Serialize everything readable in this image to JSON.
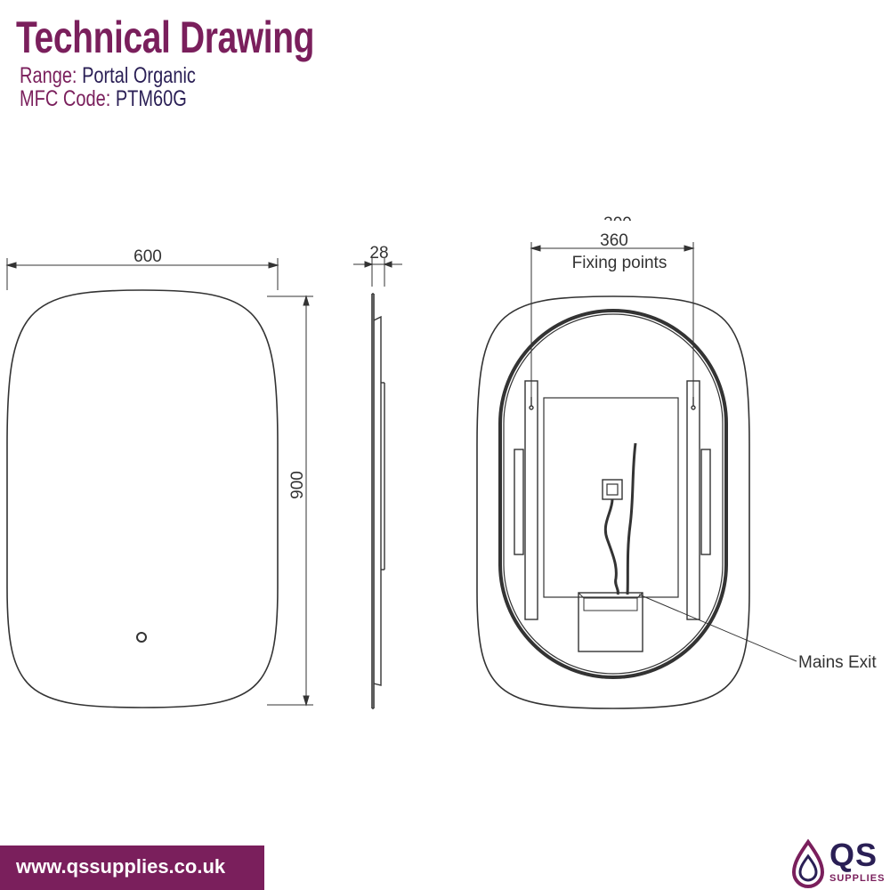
{
  "header": {
    "title": "Technical Drawing",
    "range_label": "Range:",
    "range_value": "Portal Organic",
    "mfc_label": "MFC Code:",
    "mfc_value": "PTM60G"
  },
  "dimensions": {
    "width": "600",
    "height": "900",
    "depth": "28",
    "fixing_width": "360",
    "fixing_label": "Fixing points",
    "mains_label": "Mains Exit"
  },
  "footer": {
    "url": "www.qssupplies.co.uk",
    "logo_name": "QS",
    "logo_sub": "SUPPLIES"
  },
  "colors": {
    "brand_purple": "#7a1f5c",
    "brand_navy": "#2a1f55",
    "line": "#333333"
  }
}
